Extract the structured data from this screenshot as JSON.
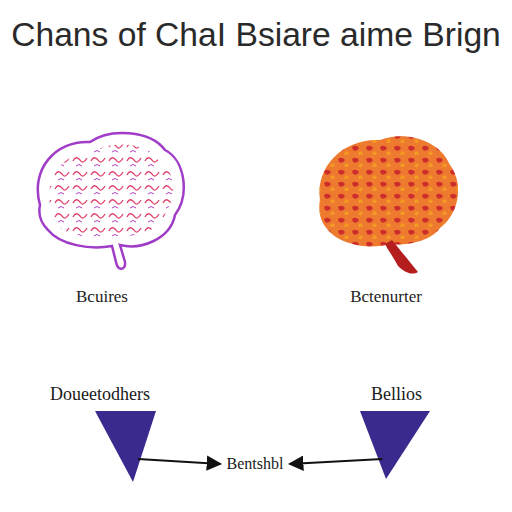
{
  "diagram": {
    "title": "Chans of ChaI Bsiare aime Brign",
    "nodes": [
      {
        "text": [
          "Doueetodhers"
        ]
      },
      {
        "text": [
          "Bellios"
        ]
      },
      {
        "text": [
          "Bentshbl"
        ]
      }
    ],
    "edges": [
      {
        "from": 0,
        "to": 2,
        "arrow": "to"
      },
      {
        "from": 1,
        "to": 2,
        "arrow": "to"
      }
    ],
    "labels": [
      "Bcuires",
      "Bctenurter"
    ]
  }
}
